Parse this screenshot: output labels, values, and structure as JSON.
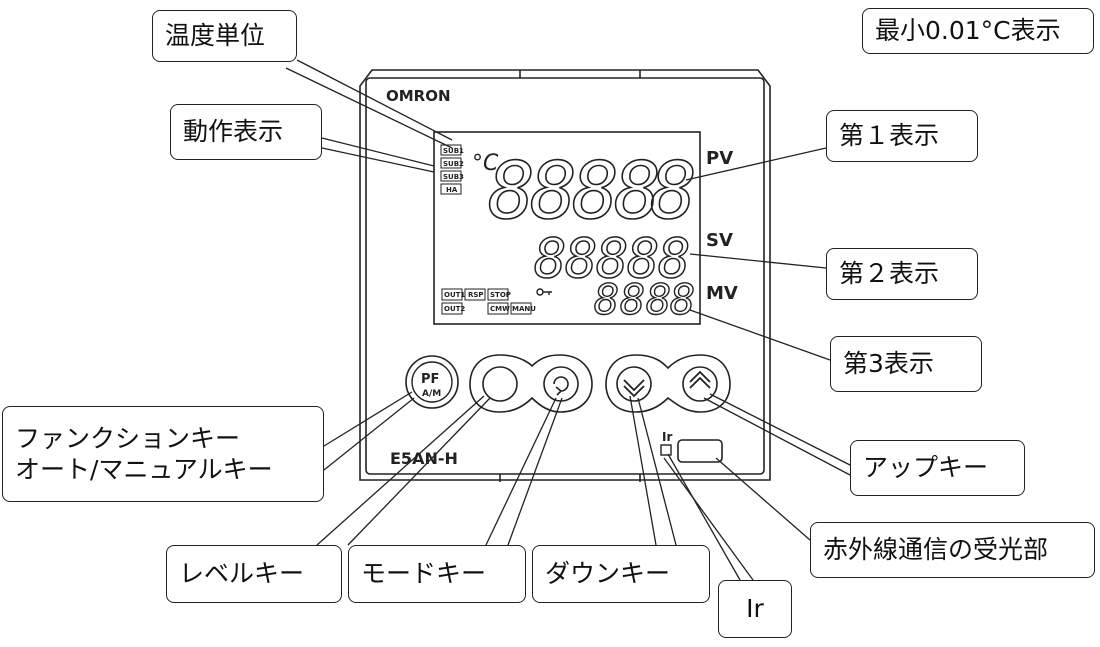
{
  "device": {
    "brand": "OMRON",
    "model": "E5AN-H",
    "annunciators_left": [
      "SUB1",
      "SUB2",
      "SUB3",
      "HA"
    ],
    "annunciators_bottom": [
      "OUT1",
      "RSP",
      "STOP",
      "OUT2",
      "CMW",
      "MANU"
    ],
    "display_labels": {
      "pv": "PV",
      "sv": "SV",
      "mv": "MV"
    },
    "temp_unit": "°C",
    "key_pf_top": "PF",
    "key_pf_bottom": "A/M",
    "ir_label": "Ir",
    "digit_glyph": "8"
  },
  "callouts": {
    "temp_unit": "温度単位",
    "min_resolution": "最小0.01°C表示",
    "status_display": "動作表示",
    "display1": "第１表示",
    "display2": "第２表示",
    "display3": "第3表示",
    "function_key_line1": "ファンクションキー",
    "function_key_line2": "オート/マニュアルキー",
    "up_key": "アップキー",
    "ir_receiver": "赤外線通信の受光部",
    "level_key": "レベルキー",
    "mode_key": "モードキー",
    "down_key": "ダウンキー",
    "ir": "Ir"
  }
}
